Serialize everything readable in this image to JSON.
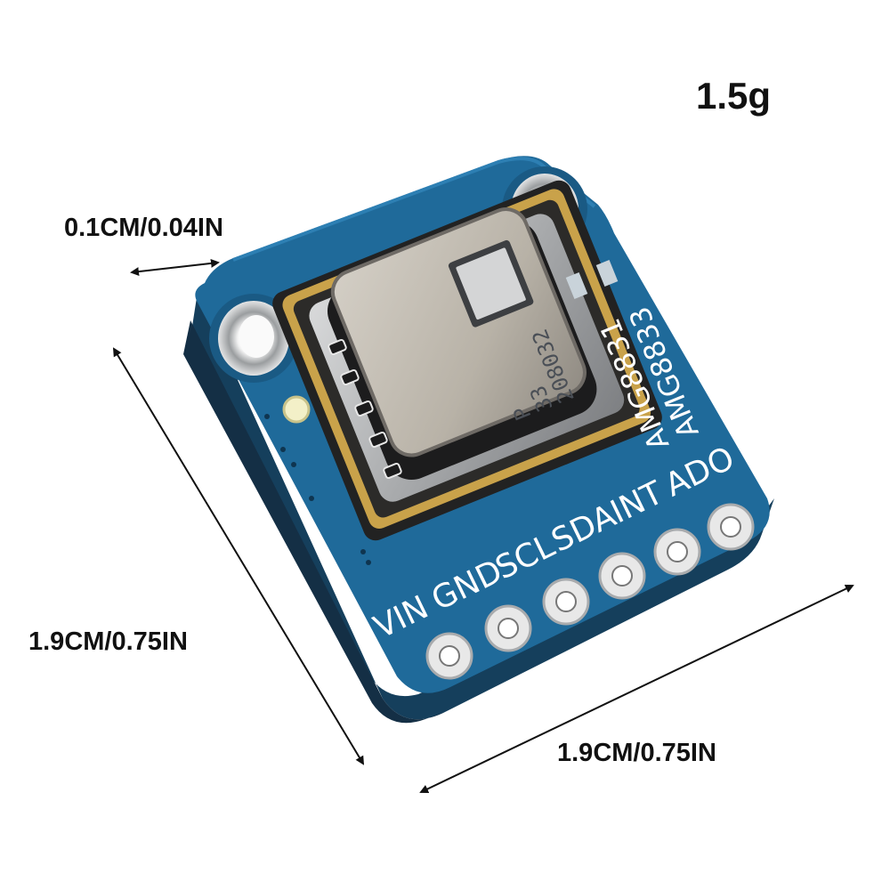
{
  "weight": "1.5g",
  "dimensions": {
    "thickness": "0.1CM/0.04IN",
    "height": "1.9CM/0.75IN",
    "width": "1.9CM/0.75IN"
  },
  "board": {
    "pins": [
      "VIN",
      "GND",
      "SCL",
      "SDA",
      "INT",
      "ADO"
    ],
    "model_lines": [
      "AMG8831",
      "AMG8833"
    ],
    "chip_marking": [
      "P",
      "33",
      "208032"
    ]
  },
  "colors": {
    "pcb": "#1f6a9a",
    "pcb_edge": "#153f5c",
    "gold": "#c9a24a",
    "metal": "#b9bcbf"
  }
}
